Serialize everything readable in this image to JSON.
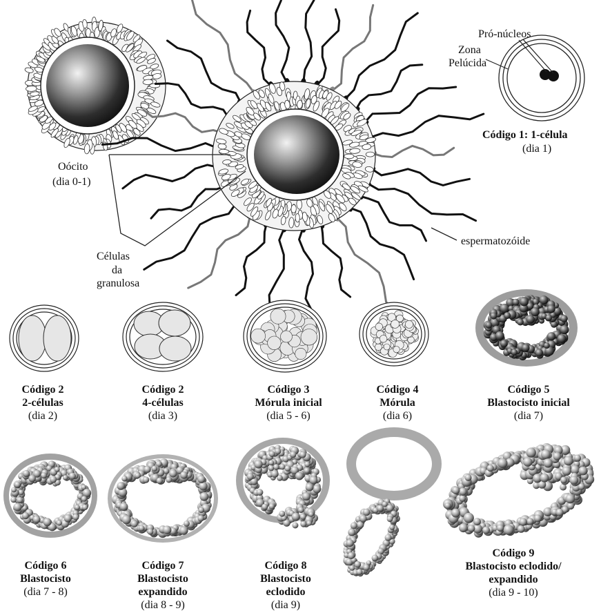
{
  "top": {
    "oocyte_label_1": "Oócito",
    "oocyte_label_2": "(dia 0-1)",
    "granulosa_label_1": "Células",
    "granulosa_label_2": "da",
    "granulosa_label_3": "granulosa",
    "sperm_label": "espermatozóide",
    "pronuclei_label": "Pró-núcleos",
    "zona_label_1": "Zona",
    "zona_label_2": "Pelúcida",
    "code1_title": "Código 1: 1-célula",
    "code1_day": "(dia 1)"
  },
  "row1": [
    {
      "code": "Código 2",
      "name": "2-células",
      "day": "(dia 2)"
    },
    {
      "code": "Código 2",
      "name": "4-células",
      "day": "(dia 3)"
    },
    {
      "code": "Código 3",
      "name": "Mórula inicial",
      "day": "(dia 5 - 6)"
    },
    {
      "code": "Código 4",
      "name": "Mórula",
      "day": "(dia 6)"
    },
    {
      "code": "Código 5",
      "name": "Blastocisto inicial",
      "day": "(dia 7)"
    }
  ],
  "row2": [
    {
      "code": "Código 6",
      "name": "Blastocisto",
      "day": "(dia 7 - 8)"
    },
    {
      "code": "Código 7",
      "name": "Blastocisto",
      "name2": "expandido",
      "day": "(dia 8 - 9)"
    },
    {
      "code": "Código 8",
      "name": "Blastocisto",
      "name2": "eclodido",
      "day": "(dia 9)"
    },
    {
      "code": "Código 9",
      "name": "Blastocisto eclodido/",
      "name2": "expandido",
      "day": "(dia 9 - 10)"
    }
  ]
}
